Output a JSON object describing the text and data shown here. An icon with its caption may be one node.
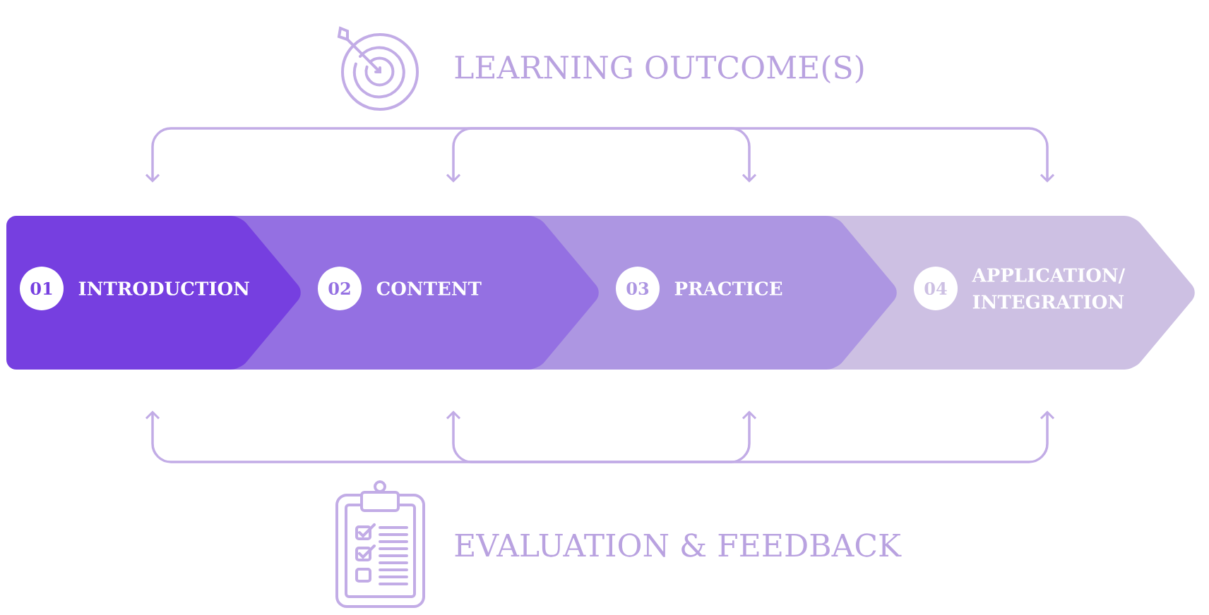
{
  "diagram": {
    "nodes": [
      {
        "text": [
          "LEARNING OUTCOME(S)"
        ]
      },
      {
        "text": [
          "01",
          "INTRODUCTION"
        ]
      },
      {
        "text": [
          "02",
          "CONTENT"
        ]
      },
      {
        "text": [
          "03",
          "PRACTICE"
        ]
      },
      {
        "text": [
          "04",
          "APPLICATION/ INTEGRATION"
        ]
      },
      {
        "text": [
          "EVALUATION & FEEDBACK"
        ]
      }
    ],
    "edges": [
      {
        "from": 0,
        "to": 1,
        "arrow": "to"
      },
      {
        "from": 0,
        "to": 2,
        "arrow": "to"
      },
      {
        "from": 0,
        "to": 3,
        "arrow": "to"
      },
      {
        "from": 0,
        "to": 4,
        "arrow": "to"
      },
      {
        "from": 5,
        "to": 1,
        "arrow": "to"
      },
      {
        "from": 5,
        "to": 2,
        "arrow": "to"
      },
      {
        "from": 5,
        "to": 3,
        "arrow": "to"
      },
      {
        "from": 5,
        "to": 4,
        "arrow": "to"
      }
    ]
  }
}
